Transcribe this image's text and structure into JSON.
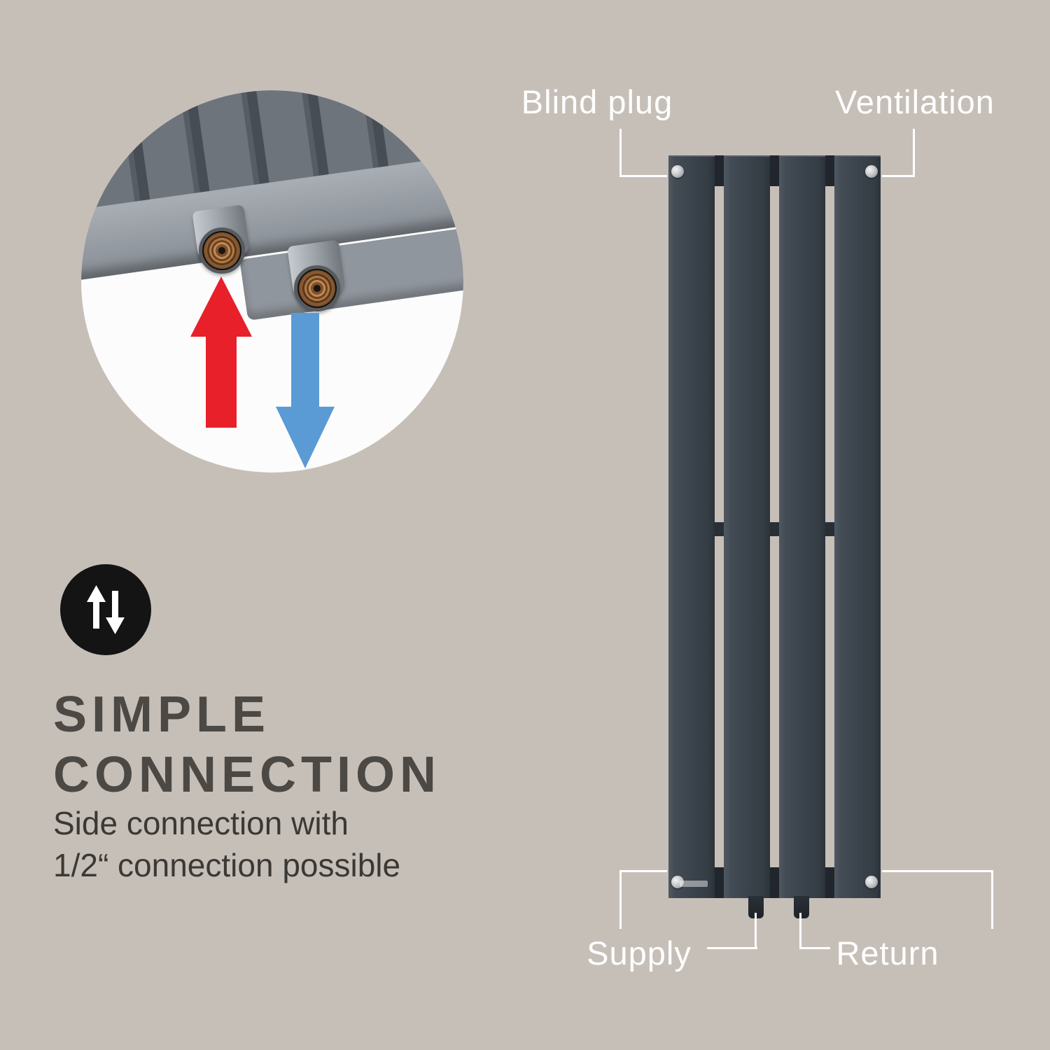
{
  "canvas": {
    "background_color": "#c6bfb8"
  },
  "closeup": {
    "supply_arrow_color": "#e8202a",
    "return_arrow_color": "#5b9bd5",
    "icons": [
      "supply-flow-arrow-icon",
      "return-flow-arrow-icon"
    ]
  },
  "feature": {
    "icon": "up-down-arrows-icon",
    "title_line1": "SIMPLE",
    "title_line2": "CONNECTION",
    "subtitle_line1": "Side connection with",
    "subtitle_line2": "1/2“ connection possible"
  },
  "diagram": {
    "radiator_color": "#3b434c",
    "label_color": "#ffffff",
    "labels": {
      "blind_plug": "Blind plug",
      "ventilation": "Ventilation",
      "supply": "Supply",
      "return": "Return"
    }
  }
}
